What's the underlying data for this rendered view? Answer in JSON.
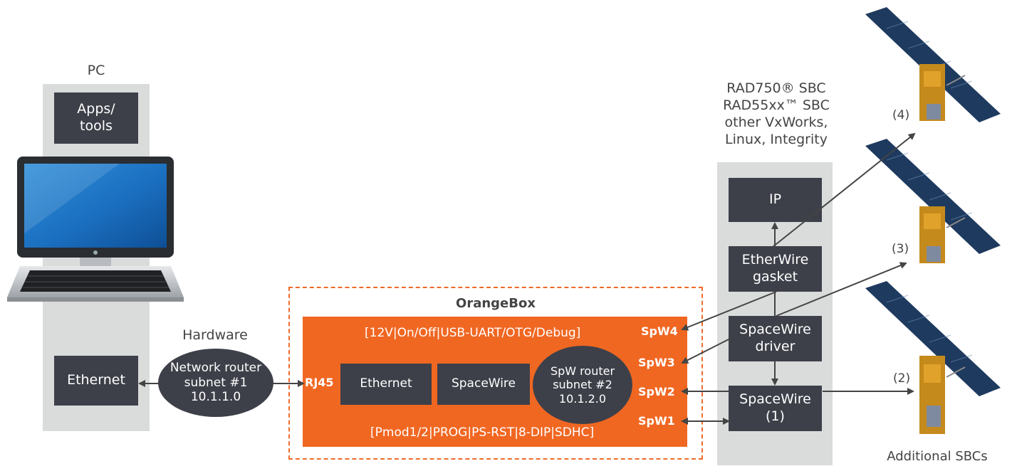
{
  "pc": {
    "title": "PC",
    "apps": "Apps/\ntools",
    "ethernet": "Ethernet"
  },
  "hardware_label": "Hardware",
  "router1": {
    "line1": "Network router",
    "line2": "subnet #1",
    "line3": "10.1.1.0"
  },
  "orangebox": {
    "title": "OrangeBox",
    "top_bar": "[12V|On/Off|USB-UART/OTG/Debug]",
    "bottom_bar": "[Pmod1/2|PROG|PS-RST|8-DIP|SDHC]",
    "ethernet": "Ethernet",
    "spacewire": "SpaceWire",
    "rj45": "RJ45",
    "router2": {
      "line1": "SpW router",
      "line2": "subnet #2",
      "line3": "10.1.2.0"
    },
    "ports": {
      "spw4": "SpW4",
      "spw3": "SpW3",
      "spw2": "SpW2",
      "spw1": "SpW1"
    }
  },
  "sbc": {
    "header": [
      "RAD750® SBC",
      "RAD55xx™ SBC",
      "other VxWorks,",
      "Linux, Integrity"
    ],
    "ip": "IP",
    "etherwire": "EtherWire\ngasket",
    "driver": "SpaceWire\ndriver",
    "spacewire": "SpaceWire\n(1)"
  },
  "link_labels": {
    "l4": "(4)",
    "l3": "(3)",
    "l2": "(2)"
  },
  "additional_label": "Additional SBCs",
  "colors": {
    "orange": "#f06722",
    "dark": "#3d4049",
    "gray": "#d9dcdb",
    "solar": "#1e3a5f"
  }
}
